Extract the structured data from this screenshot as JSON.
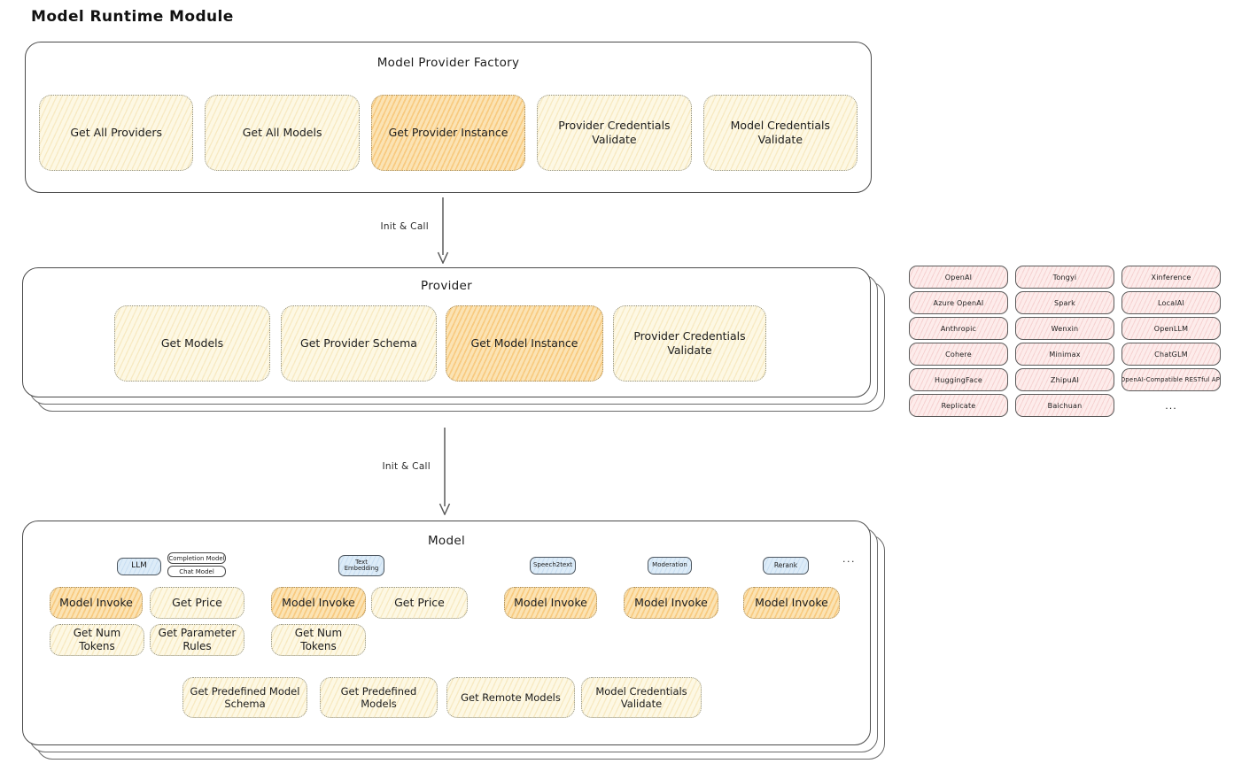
{
  "page_title": "Model Runtime Module",
  "colors": {
    "highlight_orange": "#f5b957",
    "panel_yellow": "#fdf8e4",
    "provider_pink": "#fdeceb",
    "type_tab_blue": "#ddecf8",
    "panel_border": "#4a4a4a"
  },
  "flow": {
    "arrow1_label": "Init & Call",
    "arrow2_label": "Init & Call"
  },
  "factory": {
    "title": "Model Provider Factory",
    "items": [
      {
        "label": "Get All Providers",
        "highlighted": false
      },
      {
        "label": "Get All Models",
        "highlighted": false
      },
      {
        "label": "Get Provider Instance",
        "highlighted": true
      },
      {
        "label": "Provider Credentials Validate",
        "highlighted": false
      },
      {
        "label": "Model Credentials Validate",
        "highlighted": false
      }
    ]
  },
  "provider": {
    "title": "Provider",
    "items": [
      {
        "label": "Get Models",
        "highlighted": false
      },
      {
        "label": "Get Provider Schema",
        "highlighted": false
      },
      {
        "label": "Get Model Instance",
        "highlighted": true
      },
      {
        "label": "Provider Credentials Validate",
        "highlighted": false
      }
    ]
  },
  "providers_grid": {
    "rows": [
      [
        "OpenAI",
        "Tongyi",
        "Xinference"
      ],
      [
        "Azure OpenAI",
        "Spark",
        "LocalAI"
      ],
      [
        "Anthropic",
        "Wenxin",
        "OpenLLM"
      ],
      [
        "Cohere",
        "Minimax",
        "ChatGLM"
      ],
      [
        "HuggingFace",
        "ZhipuAI",
        "OpenAI-Compatible RESTful API"
      ],
      [
        "Replicate",
        "Baichuan",
        "..."
      ]
    ]
  },
  "model": {
    "title": "Model",
    "tabs": {
      "llm": "LLM",
      "completion": "Completion Model",
      "chat": "Chat Model",
      "text_embedding": "Text Embedding",
      "speech2text": "Speech2text",
      "moderation": "Moderation",
      "rerank": "Rerank",
      "more": "..."
    },
    "llm_ops": [
      {
        "label": "Model Invoke",
        "highlighted": true
      },
      {
        "label": "Get Price",
        "highlighted": false
      },
      {
        "label": "Get Num Tokens",
        "highlighted": false
      },
      {
        "label": "Get Parameter Rules",
        "highlighted": false
      }
    ],
    "text_embedding_ops": [
      {
        "label": "Model Invoke",
        "highlighted": true
      },
      {
        "label": "Get Price",
        "highlighted": false
      },
      {
        "label": "Get Num Tokens",
        "highlighted": false
      }
    ],
    "speech2text_ops": [
      {
        "label": "Model Invoke",
        "highlighted": true
      }
    ],
    "moderation_ops": [
      {
        "label": "Model Invoke",
        "highlighted": true
      }
    ],
    "rerank_ops": [
      {
        "label": "Model Invoke",
        "highlighted": true
      }
    ],
    "shared_ops": [
      {
        "label": "Get Predefined Model Schema"
      },
      {
        "label": "Get Predefined Models"
      },
      {
        "label": "Get Remote Models"
      },
      {
        "label": "Model Credentials Validate"
      }
    ]
  }
}
